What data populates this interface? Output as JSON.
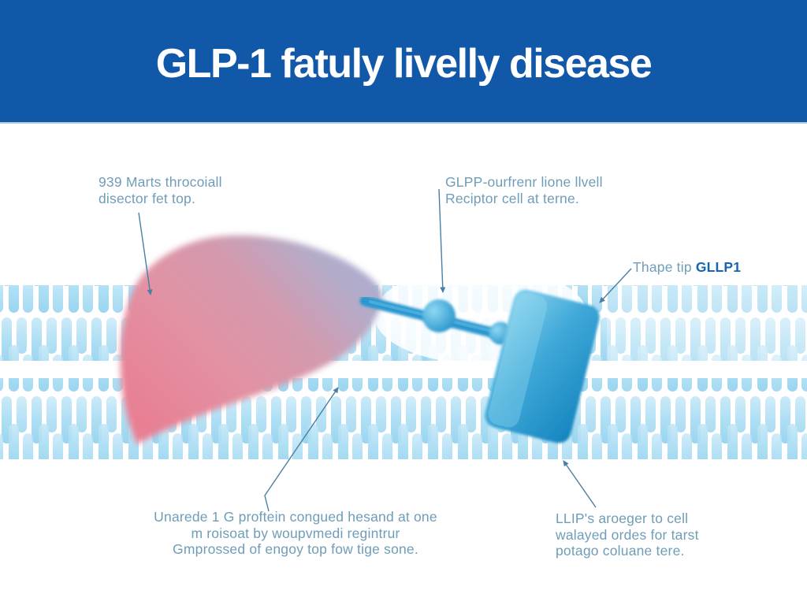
{
  "header": {
    "title": "GLP-1 fatuly livelly disease",
    "background_color": "#1159a8",
    "title_color": "#ffffff"
  },
  "diagram": {
    "labels": {
      "top_left": {
        "lines": [
          "939 Marts throcoiall",
          "disector fet top."
        ]
      },
      "top_middle": {
        "lines": [
          "GLPP-ourfrenr lione llvell",
          "Reciptor cell at terne."
        ]
      },
      "right": {
        "prefix": "Thape tip ",
        "bold": "GLLP1"
      },
      "bottom_left": {
        "lines": [
          "Unarede 1 G proftein congued hesand at one",
          "m roisoat by woupvmedi regintrur",
          "Gmprossed of engoy top fow tige sone."
        ]
      },
      "bottom_right": {
        "lines": [
          "LLIP's aroeger to cell",
          "walayed ordes for tarst",
          "potago coluane tere."
        ]
      }
    },
    "colors": {
      "label_text": "#6f9db8",
      "leader_line": "#4a7fa5",
      "accent_bold_text": "#1565b0",
      "membrane_lipid_light": "#c5e7f7",
      "membrane_lipid_dark": "#8fd0ee",
      "receptor_light": "#85d0ec",
      "receptor_dark": "#1787c0",
      "linker_rod": "#2b97cf",
      "liver_pink_deep": "#e87f93",
      "liver_pink_mid": "#e292a3",
      "liver_lavender": "#a9adcf"
    }
  }
}
